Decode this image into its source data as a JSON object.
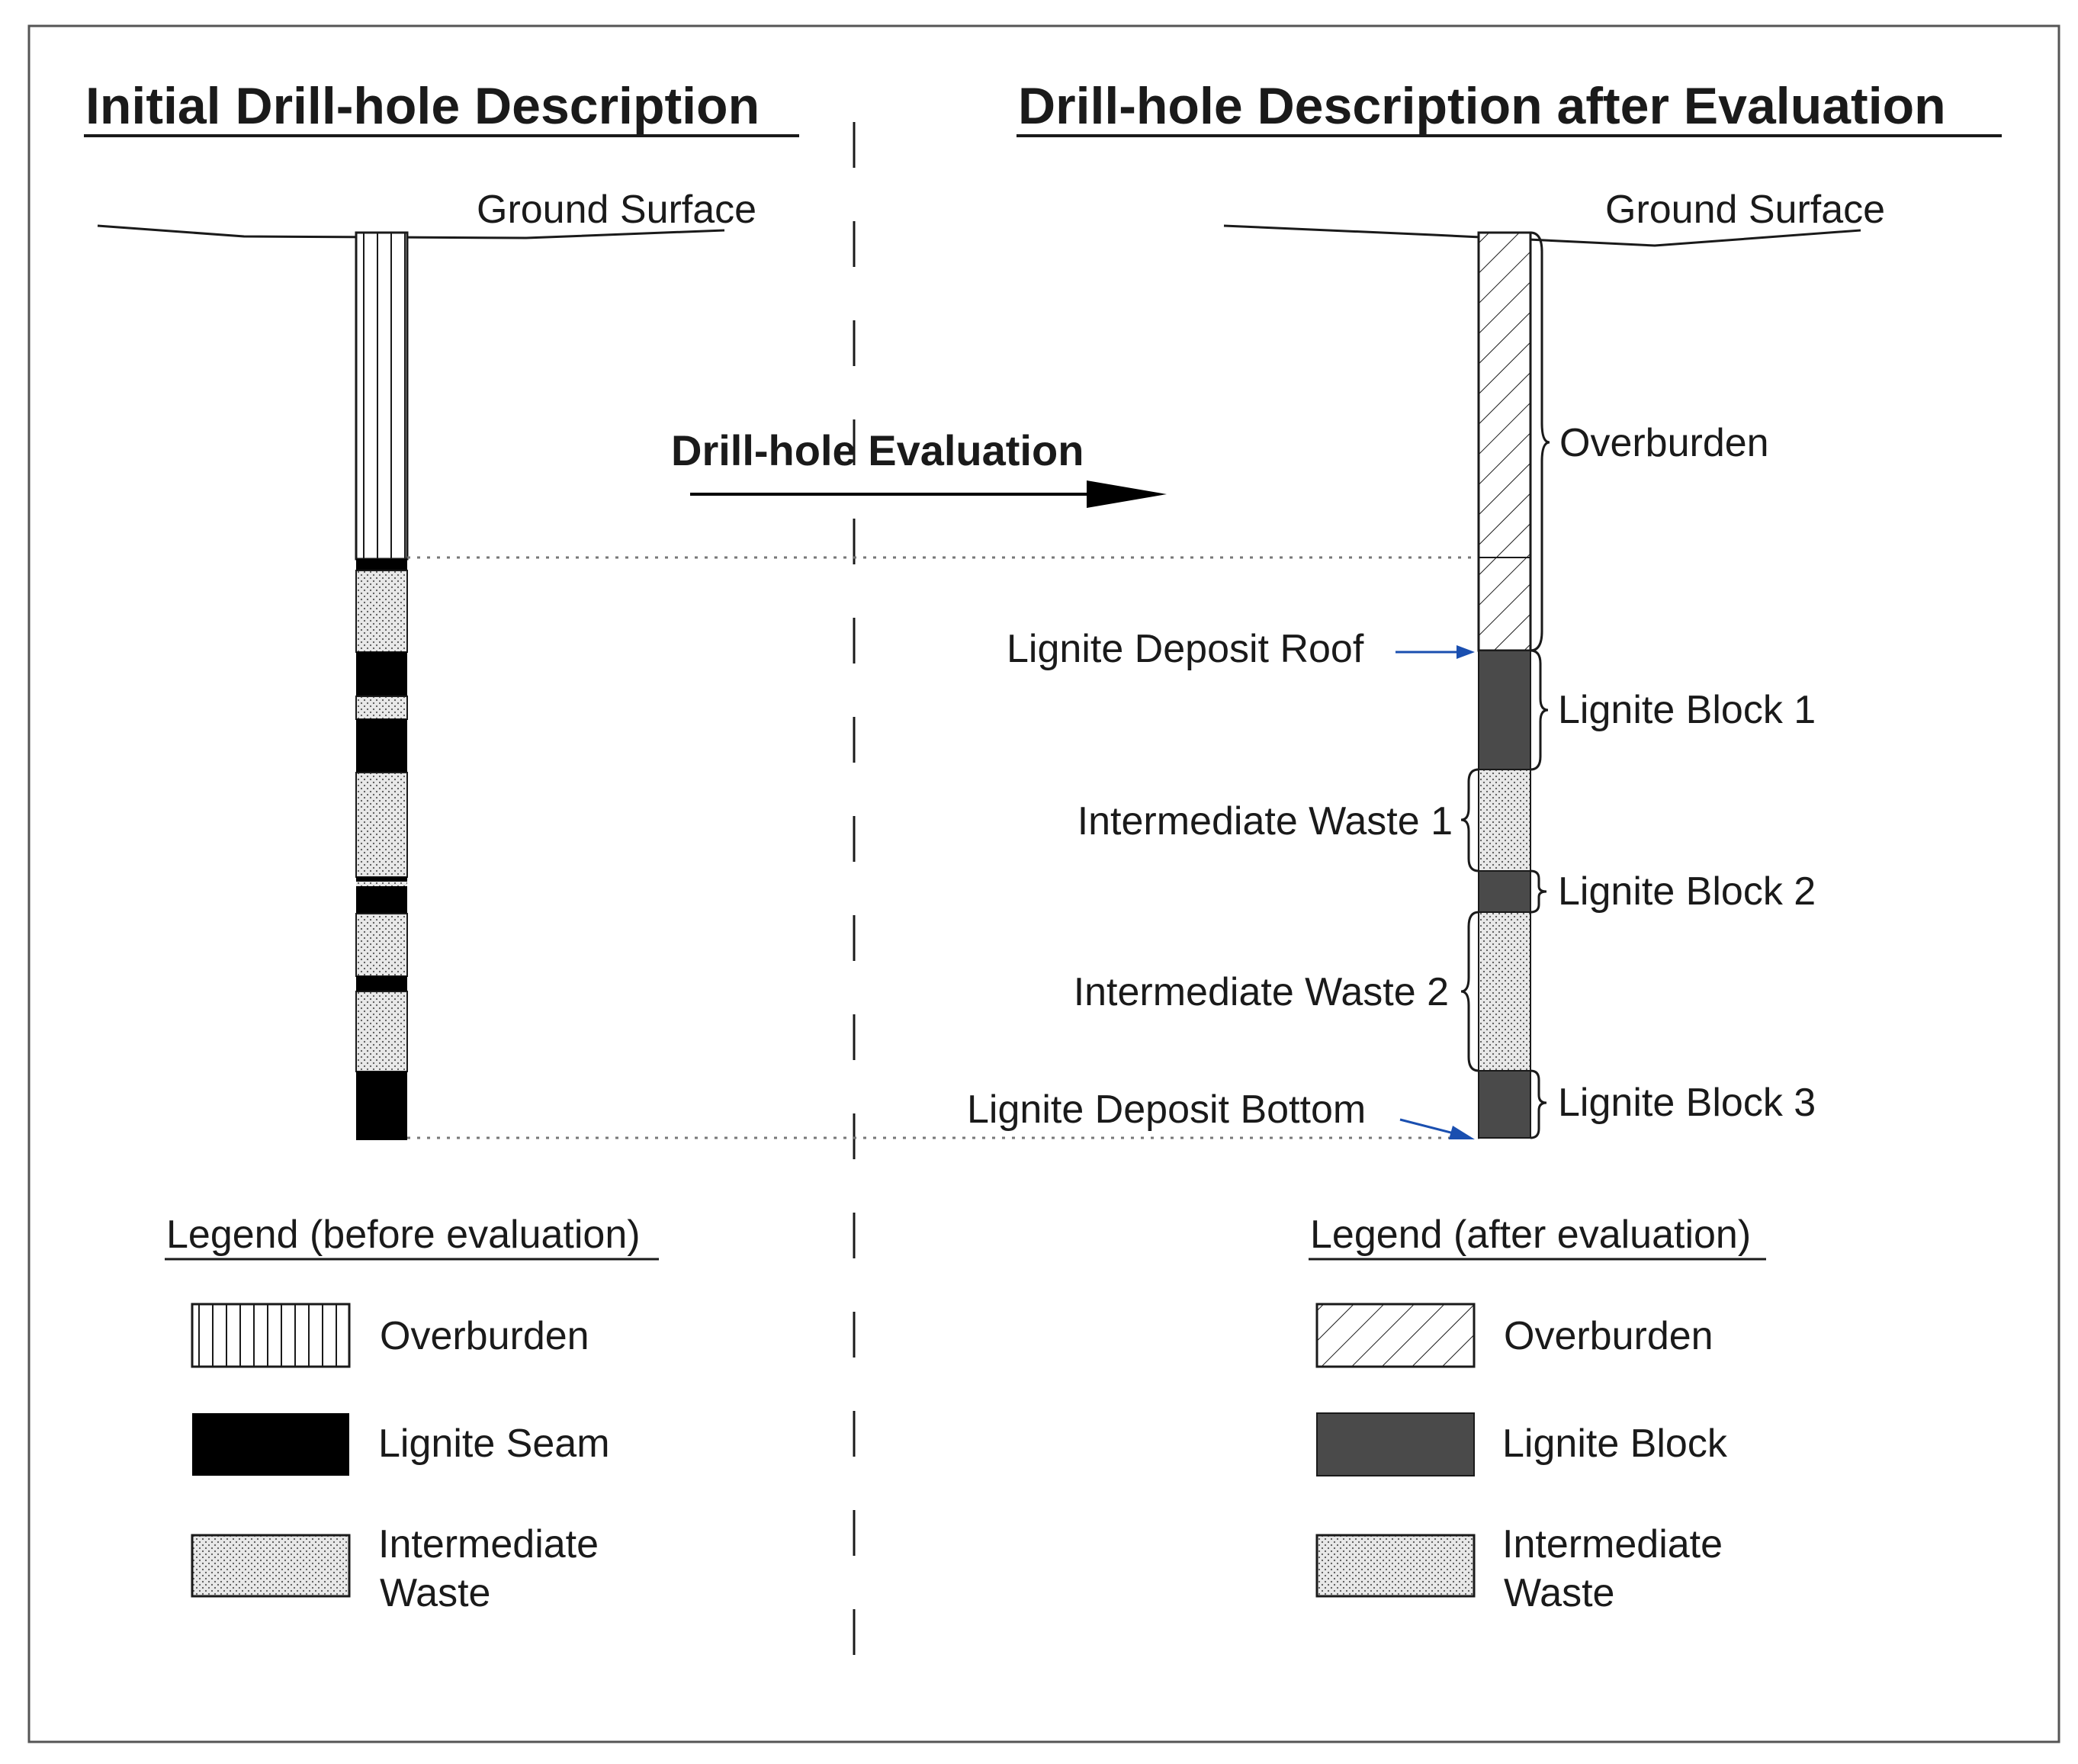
{
  "titles": {
    "left": "Initial Drill-hole Description",
    "right": "Drill-hole Description after Evaluation"
  },
  "ground_surface": {
    "left": "Ground Surface",
    "right": "Ground Surface"
  },
  "evaluation_arrow": "Drill-hole Evaluation",
  "right_labels": {
    "overburden": "Overburden",
    "deposit_roof": "Lignite Deposit Roof",
    "lignite_block_1": "Lignite Block 1",
    "intermediate_waste_1": "Intermediate Waste 1",
    "lignite_block_2": "Lignite Block 2",
    "intermediate_waste_2": "Intermediate Waste 2",
    "deposit_bottom": "Lignite Deposit Bottom",
    "lignite_block_3": "Lignite Block 3"
  },
  "legend_before": {
    "title": "Legend (before evaluation)",
    "overburden": "Overburden",
    "lignite_seam": "Lignite Seam",
    "intermediate_waste_line1": "Intermediate",
    "intermediate_waste_line2": "Waste"
  },
  "legend_after": {
    "title": "Legend (after evaluation)",
    "overburden": "Overburden",
    "lignite_block": "Lignite Block",
    "intermediate_waste_line1": "Intermediate",
    "intermediate_waste_line2": "Waste"
  },
  "colors": {
    "lignite_seam": "#000000",
    "lignite_block": "#4a4a4a",
    "waste_fill": "#e8e8e8",
    "line": "#1a1a1a",
    "arrow_blue": "#1a4fb0",
    "dotted": "#777777"
  }
}
